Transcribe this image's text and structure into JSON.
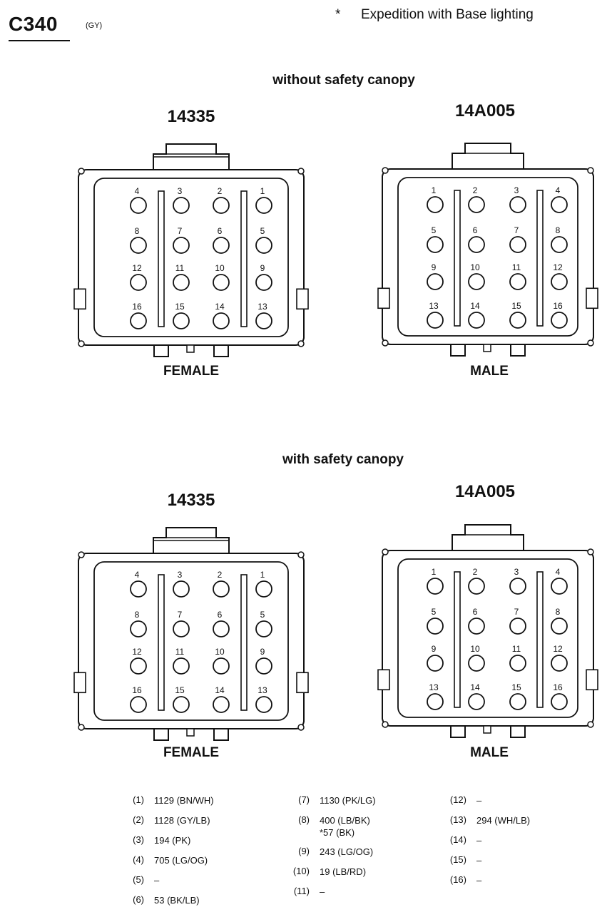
{
  "header": {
    "connector_id": "C340",
    "connector_color": "(GY)",
    "note_marker": "*",
    "note_text": "Expedition with Base lighting"
  },
  "sections": [
    {
      "title": "without safety canopy",
      "female": {
        "part_number": "14335",
        "label": "FEMALE",
        "pin_rows": [
          [
            "4",
            "3",
            "2",
            "1"
          ],
          [
            "8",
            "7",
            "6",
            "5"
          ],
          [
            "12",
            "11",
            "10",
            "9"
          ],
          [
            "16",
            "15",
            "14",
            "13"
          ]
        ]
      },
      "male": {
        "part_number": "14A005",
        "label": "MALE",
        "pin_rows": [
          [
            "1",
            "2",
            "3",
            "4"
          ],
          [
            "5",
            "6",
            "7",
            "8"
          ],
          [
            "9",
            "10",
            "11",
            "12"
          ],
          [
            "13",
            "14",
            "15",
            "16"
          ]
        ]
      }
    },
    {
      "title": "with safety canopy",
      "female": {
        "part_number": "14335",
        "label": "FEMALE",
        "pin_rows": [
          [
            "4",
            "3",
            "2",
            "1"
          ],
          [
            "8",
            "7",
            "6",
            "5"
          ],
          [
            "12",
            "11",
            "10",
            "9"
          ],
          [
            "16",
            "15",
            "14",
            "13"
          ]
        ]
      },
      "male": {
        "part_number": "14A005",
        "label": "MALE",
        "pin_rows": [
          [
            "1",
            "2",
            "3",
            "4"
          ],
          [
            "5",
            "6",
            "7",
            "8"
          ],
          [
            "9",
            "10",
            "11",
            "12"
          ],
          [
            "13",
            "14",
            "15",
            "16"
          ]
        ]
      }
    }
  ],
  "legend": [
    [
      {
        "pin": "(1)",
        "lines": [
          "1129 (BN/WH)"
        ]
      },
      {
        "pin": "(2)",
        "lines": [
          "1128 (GY/LB)"
        ]
      },
      {
        "pin": "(3)",
        "lines": [
          "194 (PK)"
        ]
      },
      {
        "pin": "(4)",
        "lines": [
          "705 (LG/OG)"
        ]
      },
      {
        "pin": "(5)",
        "lines": [
          "–"
        ]
      },
      {
        "pin": "(6)",
        "lines": [
          "53 (BK/LB)"
        ]
      }
    ],
    [
      {
        "pin": "(7)",
        "lines": [
          "1130 (PK/LG)"
        ]
      },
      {
        "pin": "(8)",
        "lines": [
          "400 (LB/BK)",
          "*57 (BK)"
        ]
      },
      {
        "pin": "(9)",
        "lines": [
          "243 (LG/OG)"
        ]
      },
      {
        "pin": "(10)",
        "lines": [
          "19 (LB/RD)"
        ]
      },
      {
        "pin": "(11)",
        "lines": [
          "–"
        ]
      }
    ],
    [
      {
        "pin": "(12)",
        "lines": [
          "–"
        ]
      },
      {
        "pin": "(13)",
        "lines": [
          "294 (WH/LB)"
        ]
      },
      {
        "pin": "(14)",
        "lines": [
          "–"
        ]
      },
      {
        "pin": "(15)",
        "lines": [
          "–"
        ]
      },
      {
        "pin": "(16)",
        "lines": [
          "–"
        ]
      }
    ]
  ]
}
